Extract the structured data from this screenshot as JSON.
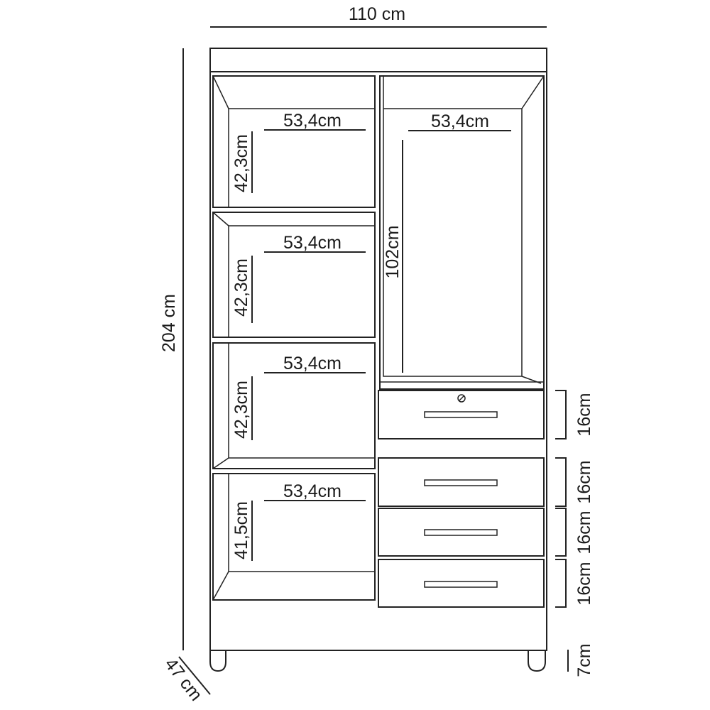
{
  "overall": {
    "width": "110 cm",
    "height": "204 cm",
    "depth": "47 cm"
  },
  "left_compartments": [
    {
      "width": "53,4cm",
      "height": "42,3cm"
    },
    {
      "width": "53,4cm",
      "height": "42,3cm"
    },
    {
      "width": "53,4cm",
      "height": "42,3cm"
    },
    {
      "width": "53,4cm",
      "height": "41,5cm"
    }
  ],
  "right_compartment": {
    "width": "53,4cm",
    "height": "102cm"
  },
  "drawers": [
    {
      "height": "16cm",
      "has_lock": true
    },
    {
      "height": "16cm",
      "has_lock": false
    },
    {
      "height": "16cm",
      "has_lock": false
    },
    {
      "height": "16cm",
      "has_lock": false
    }
  ],
  "legs": {
    "height": "7cm"
  }
}
